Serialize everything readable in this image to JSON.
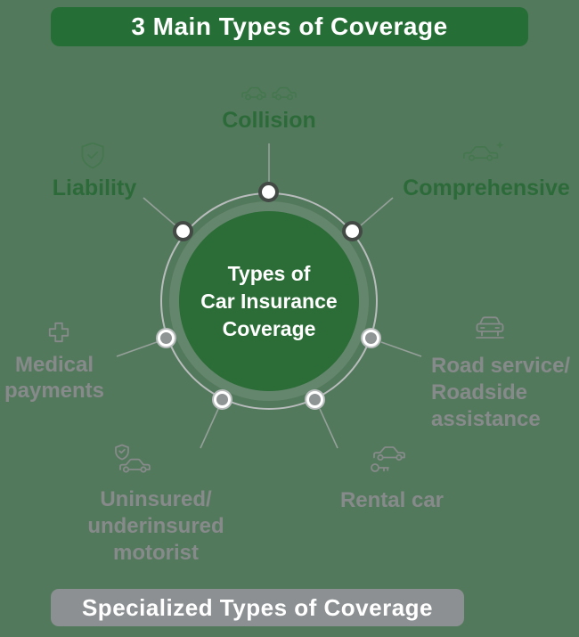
{
  "title_banner": {
    "label": "3 Main Types of Coverage"
  },
  "footer_banner": {
    "label": "Specialized Types of  Coverage"
  },
  "hub": {
    "lines": [
      "Types of",
      "Car Insurance",
      "Coverage"
    ]
  },
  "items": {
    "collision": {
      "label": "Collision",
      "category": "main",
      "icon": "collision-cars-icon"
    },
    "liability": {
      "label": "Liability",
      "category": "main",
      "icon": "shield-check-icon"
    },
    "comprehensive": {
      "label": "Comprehensive",
      "category": "main",
      "icon": "car-sparkle-icon"
    },
    "medical": {
      "lines": [
        "Medical",
        "payments"
      ],
      "category": "specialized",
      "icon": "medical-cross-icon"
    },
    "road_service": {
      "lines": [
        "Road service/",
        "Roadside",
        "assistance"
      ],
      "category": "specialized",
      "icon": "car-roadside-icon"
    },
    "uninsured": {
      "lines": [
        "Uninsured/",
        "underinsured",
        "motorist"
      ],
      "category": "specialized",
      "icon": "shield-car-icon"
    },
    "rental": {
      "label": "Rental car",
      "category": "specialized",
      "icon": "car-key-icon"
    }
  },
  "colors": {
    "background": "#53795c",
    "title_banner_bg": "#256e35",
    "footer_banner_bg": "#8c9092",
    "hub_bg": "#2b6c37",
    "ring": "#b8bcbc",
    "main_text": "#2c6b39",
    "specialized_text": "#878a8a",
    "banner_text": "#ffffff"
  }
}
